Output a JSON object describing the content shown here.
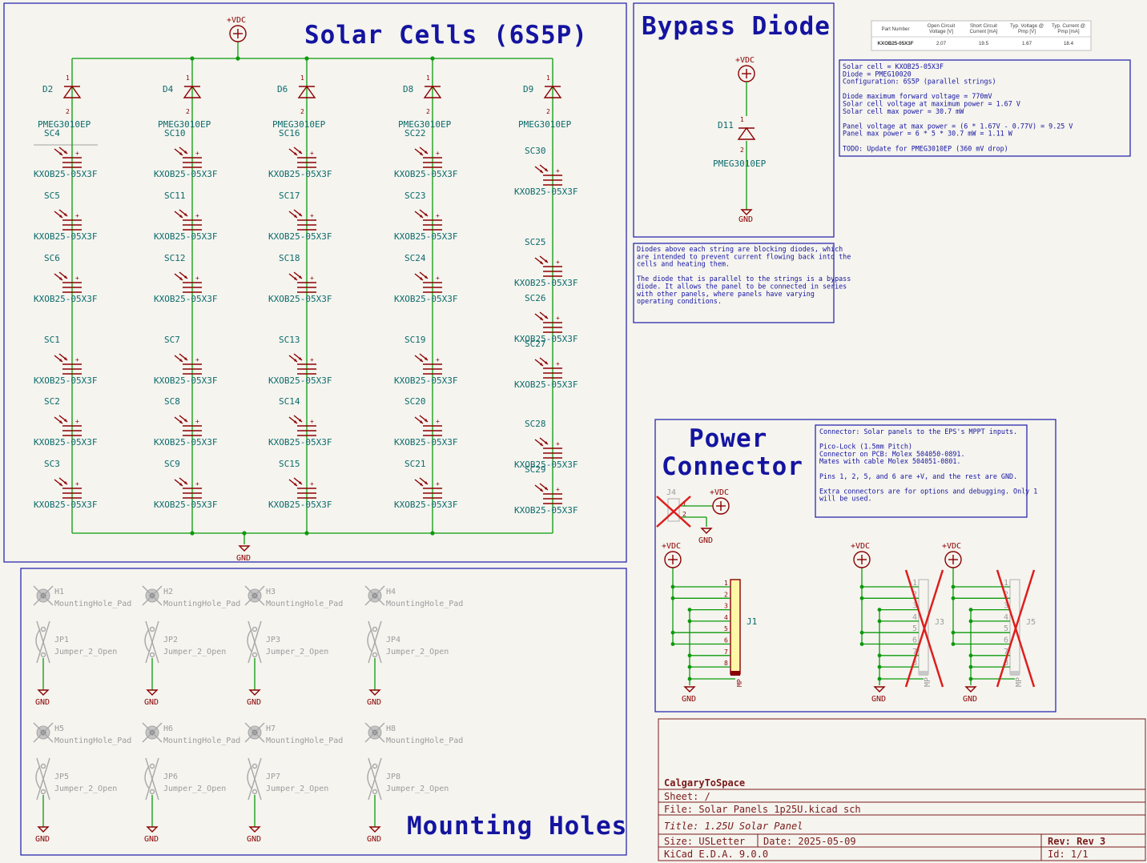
{
  "titles": {
    "solar": "Solar Cells (6S5P)",
    "bypass": "Bypass Diode",
    "power1": "Power",
    "power2": "Connector",
    "mounting": "Mounting Holes"
  },
  "nets": {
    "vdc": "+VDC",
    "gnd": "GND"
  },
  "strings": [
    {
      "diode": {
        "ref": "D2",
        "value": "PMEG3010EP"
      },
      "cells": [
        {
          "ref": "SC4",
          "value": "KXOB25-05X3F"
        },
        {
          "ref": "SC5",
          "value": "KXOB25-05X3F"
        },
        {
          "ref": "SC6",
          "value": "KXOB25-05X3F"
        },
        {
          "ref": "SC1",
          "value": "KXOB25-05X3F"
        },
        {
          "ref": "SC2",
          "value": "KXOB25-05X3F"
        },
        {
          "ref": "SC3",
          "value": "KXOB25-05X3F"
        }
      ]
    },
    {
      "diode": {
        "ref": "D4",
        "value": "PMEG3010EP"
      },
      "cells": [
        {
          "ref": "SC10",
          "value": "KXOB25-05X3F"
        },
        {
          "ref": "SC11",
          "value": "KXOB25-05X3F"
        },
        {
          "ref": "SC12",
          "value": "KXOB25-05X3F"
        },
        {
          "ref": "SC7",
          "value": "KXOB25-05X3F"
        },
        {
          "ref": "SC8",
          "value": "KXOB25-05X3F"
        },
        {
          "ref": "SC9",
          "value": "KXOB25-05X3F"
        }
      ]
    },
    {
      "diode": {
        "ref": "D6",
        "value": "PMEG3010EP"
      },
      "cells": [
        {
          "ref": "SC16",
          "value": "KXOB25-05X3F"
        },
        {
          "ref": "SC17",
          "value": "KXOB25-05X3F"
        },
        {
          "ref": "SC18",
          "value": "KXOB25-05X3F"
        },
        {
          "ref": "SC13",
          "value": "KXOB25-05X3F"
        },
        {
          "ref": "SC14",
          "value": "KXOB25-05X3F"
        },
        {
          "ref": "SC15",
          "value": "KXOB25-05X3F"
        }
      ]
    },
    {
      "diode": {
        "ref": "D8",
        "value": "PMEG3010EP"
      },
      "cells": [
        {
          "ref": "SC22",
          "value": "KXOB25-05X3F"
        },
        {
          "ref": "SC23",
          "value": "KXOB25-05X3F"
        },
        {
          "ref": "SC24",
          "value": "KXOB25-05X3F"
        },
        {
          "ref": "SC19",
          "value": "KXOB25-05X3F"
        },
        {
          "ref": "SC20",
          "value": "KXOB25-05X3F"
        },
        {
          "ref": "SC21",
          "value": "KXOB25-05X3F"
        }
      ]
    },
    {
      "diode": {
        "ref": "D9",
        "value": "PMEG3010EP"
      },
      "cells": [
        {
          "ref": "SC30",
          "value": "KXOB25-05X3F"
        },
        {
          "ref": "SC25",
          "value": "KXOB25-05X3F"
        },
        {
          "ref": "SC26",
          "value": "KXOB25-05X3F"
        },
        {
          "ref": "SC27",
          "value": "KXOB25-05X3F"
        },
        {
          "ref": "SC28",
          "value": "KXOB25-05X3F"
        },
        {
          "ref": "SC29",
          "value": "KXOB25-05X3F"
        }
      ]
    }
  ],
  "bypass_diode": {
    "ref": "D11",
    "value": "PMEG3010EP"
  },
  "datasheet_table": {
    "headers": [
      "Part Number",
      "Open Circuit Voltage [V]",
      "Short Circuit Current [mA]",
      "Typ. Voltage @ Pmp [V]",
      "Typ. Current @ Pmp [mA]"
    ],
    "row": [
      "KXOB25-05X3F",
      "2.07",
      "19.5",
      "1.67",
      "18.4"
    ]
  },
  "notes": {
    "calc": [
      "Solar cell = KXOB25-05X3F",
      "Diode = PMEG10020",
      "Configuration: 6S5P (parallel strings)",
      "",
      "Diode maximum forward voltage = 770mV",
      "Solar cell voltage at maximum power = 1.67 V",
      "Solar cell max power = 30.7 mW",
      "",
      "Panel voltage at max power = (6 * 1.67V - 0.77V) = 9.25 V",
      "Panel max power = 6 * 5 * 30.7 mW = 1.11 W",
      "",
      "TODO: Update for PMEG3010EP (360 mV drop)"
    ],
    "diodes": [
      "Diodes above each string are blocking diodes, which",
      "are intended to prevent current flowing back into the",
      "cells and heating them.",
      "",
      "The diode that is parallel to the strings is a bypass",
      "diode. It allows the panel to be connected in series",
      "with other panels, where panels have varying",
      "operating conditions."
    ],
    "connector": [
      "Connector: Solar panels to the EPS's MPPT inputs.",
      "",
      "Pico-Lock (1.5mm Pitch)",
      "   Connector on PCB: Molex 504050-0891.",
      "   Mates with cable Molex 504051-0801.",
      "",
      "Pins 1, 2, 5, and 6 are +V, and the rest are GND.",
      "",
      "Extra connectors are for options and debugging. Only 1",
      "will be used."
    ]
  },
  "connectors": {
    "j4": {
      "ref": "J4",
      "pins": [
        "1",
        "2"
      ]
    },
    "j1": {
      "ref": "J1"
    },
    "j3": {
      "ref": "J3"
    },
    "j5": {
      "ref": "J5"
    },
    "pins": [
      "1",
      "2",
      "3",
      "4",
      "5",
      "6",
      "7",
      "8"
    ],
    "mp": "MP"
  },
  "mounting": [
    {
      "hole": "H1",
      "jumper": "JP1"
    },
    {
      "hole": "H2",
      "jumper": "JP2"
    },
    {
      "hole": "H3",
      "jumper": "JP3"
    },
    {
      "hole": "H4",
      "jumper": "JP4"
    },
    {
      "hole": "H5",
      "jumper": "JP5"
    },
    {
      "hole": "H6",
      "jumper": "JP6"
    },
    {
      "hole": "H7",
      "jumper": "JP7"
    },
    {
      "hole": "H8",
      "jumper": "JP8"
    }
  ],
  "mounting_values": {
    "hole": "MountingHole_Pad",
    "jumper": "Jumper_2_Open"
  },
  "title_block": {
    "company": "CalgaryToSpace",
    "sheet": "Sheet: /",
    "file": "File: Solar_Panels_1p25U.kicad_sch",
    "title": "Title: 1.25U Solar Panel",
    "size": "Size: USLetter",
    "date": "Date: 2025-05-09",
    "rev": "Rev: Rev 3",
    "tool": "KiCad E.D.A. 9.0.0",
    "id": "Id: 1/1"
  }
}
